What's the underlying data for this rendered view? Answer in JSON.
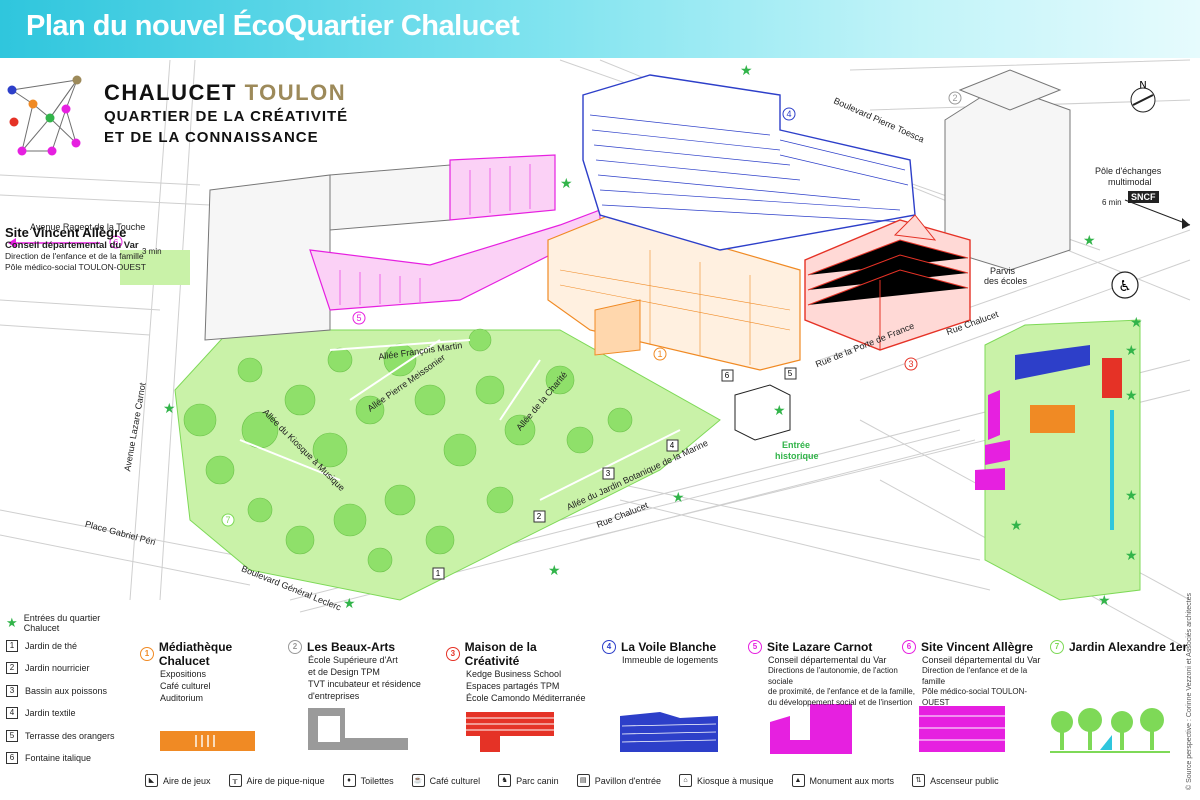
{
  "header": {
    "title": "Plan du nouvel ÉcoQuartier Chalucet"
  },
  "logo": {
    "name_part1": "CHALUCET",
    "name_part2": "TOULON",
    "line2": "QUARTIER DE LA CRÉATIVITÉ",
    "line3": "ET DE LA CONNAISSANCE"
  },
  "map_labels": {
    "avenue_rageot": "Avenue Rageot de la Touche",
    "walk_3min": "3 min",
    "walk_6min": "6 min",
    "site_va_title": "Site Vincent Allègre",
    "site_va_sub": "Conseil départemental du Var",
    "site_va_line1": "Direction de l'enfance et de la famille",
    "site_va_line2": "Pôle médico-social TOULON-OUEST",
    "boulevard_toesca": "Boulevard Pierre Toesca",
    "pole_echanges": "Pôle d'échanges",
    "multimodal": "multimodal",
    "sncf": "SNCF",
    "parvis": "Parvis",
    "des_ecoles": "des écoles",
    "rue_chalucet_top": "Rue Chalucet",
    "rue_porte_france": "Rue de la Porte de France",
    "allee_martin": "Allée François Martin",
    "allee_meissonier": "Allée Pierre Meissonier",
    "allee_charite": "Allée de la Charité",
    "allee_kiosque": "Allée du Kiosque à Musique",
    "allee_botanique": "Allée du Jardin Botanique de la Marine",
    "avenue_carnot": "Avenue Lazare Carnot",
    "place_peri": "Place Gabriel Péri",
    "boulevard_leclerc": "Boulevard Général Leclerc",
    "rue_chalucet_bottom": "Rue Chalucet",
    "entree": "Entrée",
    "historique": "historique"
  },
  "legend": {
    "entrances": "Entrées du quartier Chalucet",
    "gardens": [
      {
        "num": "1",
        "label": "Jardin de thé"
      },
      {
        "num": "2",
        "label": "Jardin nourricier"
      },
      {
        "num": "3",
        "label": "Bassin aux poissons"
      },
      {
        "num": "4",
        "label": "Jardin textile"
      },
      {
        "num": "5",
        "label": "Terrasse des orangers"
      },
      {
        "num": "6",
        "label": "Fontaine italique"
      }
    ],
    "buildings": [
      {
        "num": "1",
        "color": "#f08a24",
        "title": "Médiathèque Chalucet",
        "lines": [
          "Expositions",
          "Café culturel",
          "Auditorium"
        ]
      },
      {
        "num": "2",
        "color": "#9a9a9a",
        "title": "Les Beaux-Arts",
        "lines": [
          "École Supérieure d'Art",
          "et de Design TPM",
          "TVT incubateur et résidence",
          "d'entreprises"
        ]
      },
      {
        "num": "3",
        "color": "#e53226",
        "title": "Maison de la Créativité",
        "lines": [
          "Kedge Business School",
          "Espaces partagés TPM",
          "École Camondo Méditerranée"
        ]
      },
      {
        "num": "4",
        "color": "#2d3fc9",
        "title": "La Voile Blanche",
        "lines": [
          "Immeuble de logements"
        ]
      },
      {
        "num": "5",
        "color": "#e620e0",
        "title": "Site Lazare Carnot",
        "lines": [
          "Conseil départemental du Var",
          "Directions de l'autonomie, de l'action sociale",
          "de proximité, de l'enfance et de la famille,",
          "du développement social et de l'insertion"
        ]
      },
      {
        "num": "6",
        "color": "#e620e0",
        "title": "Site Vincent Allègre",
        "lines": [
          "Conseil départemental du Var",
          "Direction de l'enfance et de la famille",
          "Pôle médico-social TOULON-OUEST"
        ]
      },
      {
        "num": "7",
        "color": "#7ed957",
        "title": "Jardin Alexandre 1er",
        "lines": []
      }
    ],
    "icons": [
      {
        "icon": "playground-icon",
        "label": "Aire de jeux"
      },
      {
        "icon": "picnic-icon",
        "label": "Aire de pique-nique"
      },
      {
        "icon": "toilets-icon",
        "label": "Toilettes"
      },
      {
        "icon": "cafe-icon",
        "label": "Café culturel"
      },
      {
        "icon": "dog-park-icon",
        "label": "Parc canin"
      },
      {
        "icon": "entrance-pavilion-icon",
        "label": "Pavillon d'entrée"
      },
      {
        "icon": "bandstand-icon",
        "label": "Kiosque à musique"
      },
      {
        "icon": "war-memorial-icon",
        "label": "Monument aux morts"
      },
      {
        "icon": "elevator-icon",
        "label": "Ascenseur public"
      }
    ]
  },
  "credit": "© Source perspective : Corinne Vezzoni et Associés architectes"
}
